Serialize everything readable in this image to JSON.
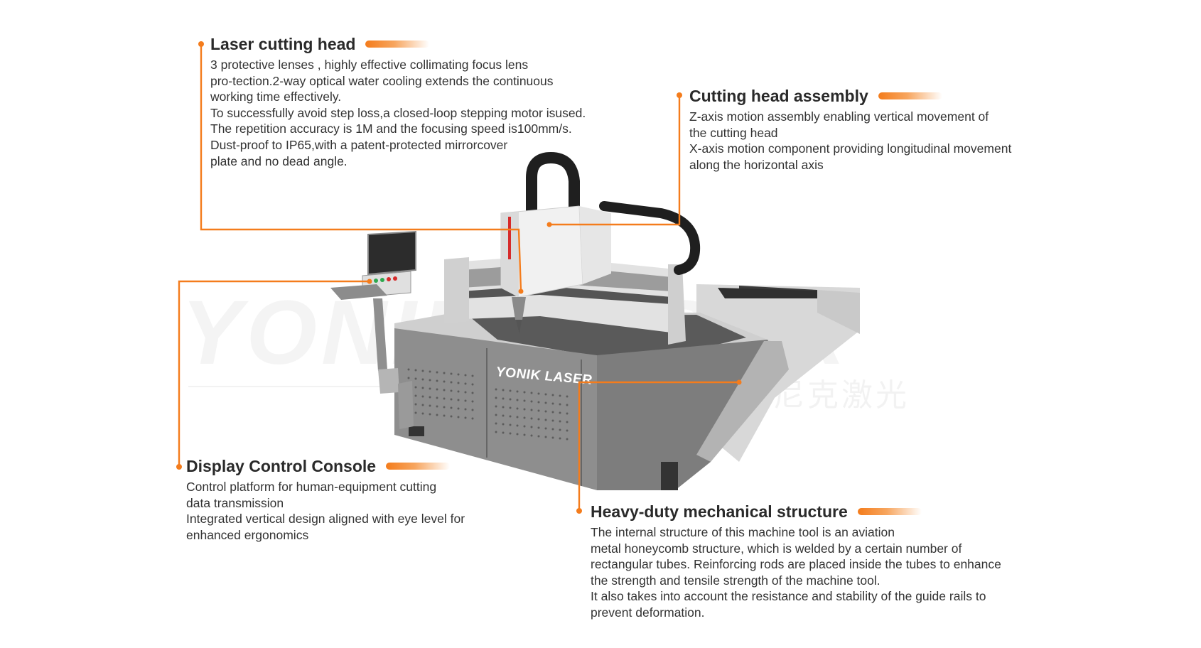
{
  "features": {
    "laser_head": {
      "title": "Laser cutting head",
      "lines": [
        "3 protective lenses , highly effective collimating focus lens",
        "pro-tection.2-way optical water cooling extends the continuous",
        "working time effectively.",
        "To successfully avoid step loss,a closed-loop stepping motor isused.",
        "The repetition accuracy is 1M and the focusing speed is100mm/s.",
        "Dust-proof to IP65,with a patent-protected mirrorcover",
        "plate and no dead angle."
      ]
    },
    "assembly": {
      "title": "Cutting head assembly",
      "lines": [
        "Z-axis motion assembly enabling vertical movement of",
        "the cutting head",
        "X-axis motion component providing longitudinal movement",
        "along the horizontal axis"
      ]
    },
    "console": {
      "title": "Display Control Console",
      "lines": [
        "Control platform for human-equipment cutting",
        "data transmission",
        "Integrated vertical design aligned with eye level for",
        "enhanced ergonomics"
      ]
    },
    "structure": {
      "title": "Heavy-duty mechanical structure",
      "lines": [
        "The internal structure of this machine tool is an aviation",
        "metal honeycomb structure, which is welded by a certain number of",
        "rectangular tubes. Reinforcing rods are placed inside the tubes to enhance",
        "the strength and tensile strength of the machine tool.",
        "It also takes into account the resistance and stability of the guide rails to",
        "prevent deformation."
      ]
    }
  },
  "watermark": {
    "text": "YONIK LASER",
    "sub": "裕尼克激光"
  },
  "machine": {
    "brand": "YONIK LASER"
  },
  "colors": {
    "accent": "#f47c1c",
    "text": "#2b2b2b",
    "machine_body": "#9a9a9a",
    "machine_dark": "#4a4a4a",
    "machine_light": "#e9e9e9"
  }
}
